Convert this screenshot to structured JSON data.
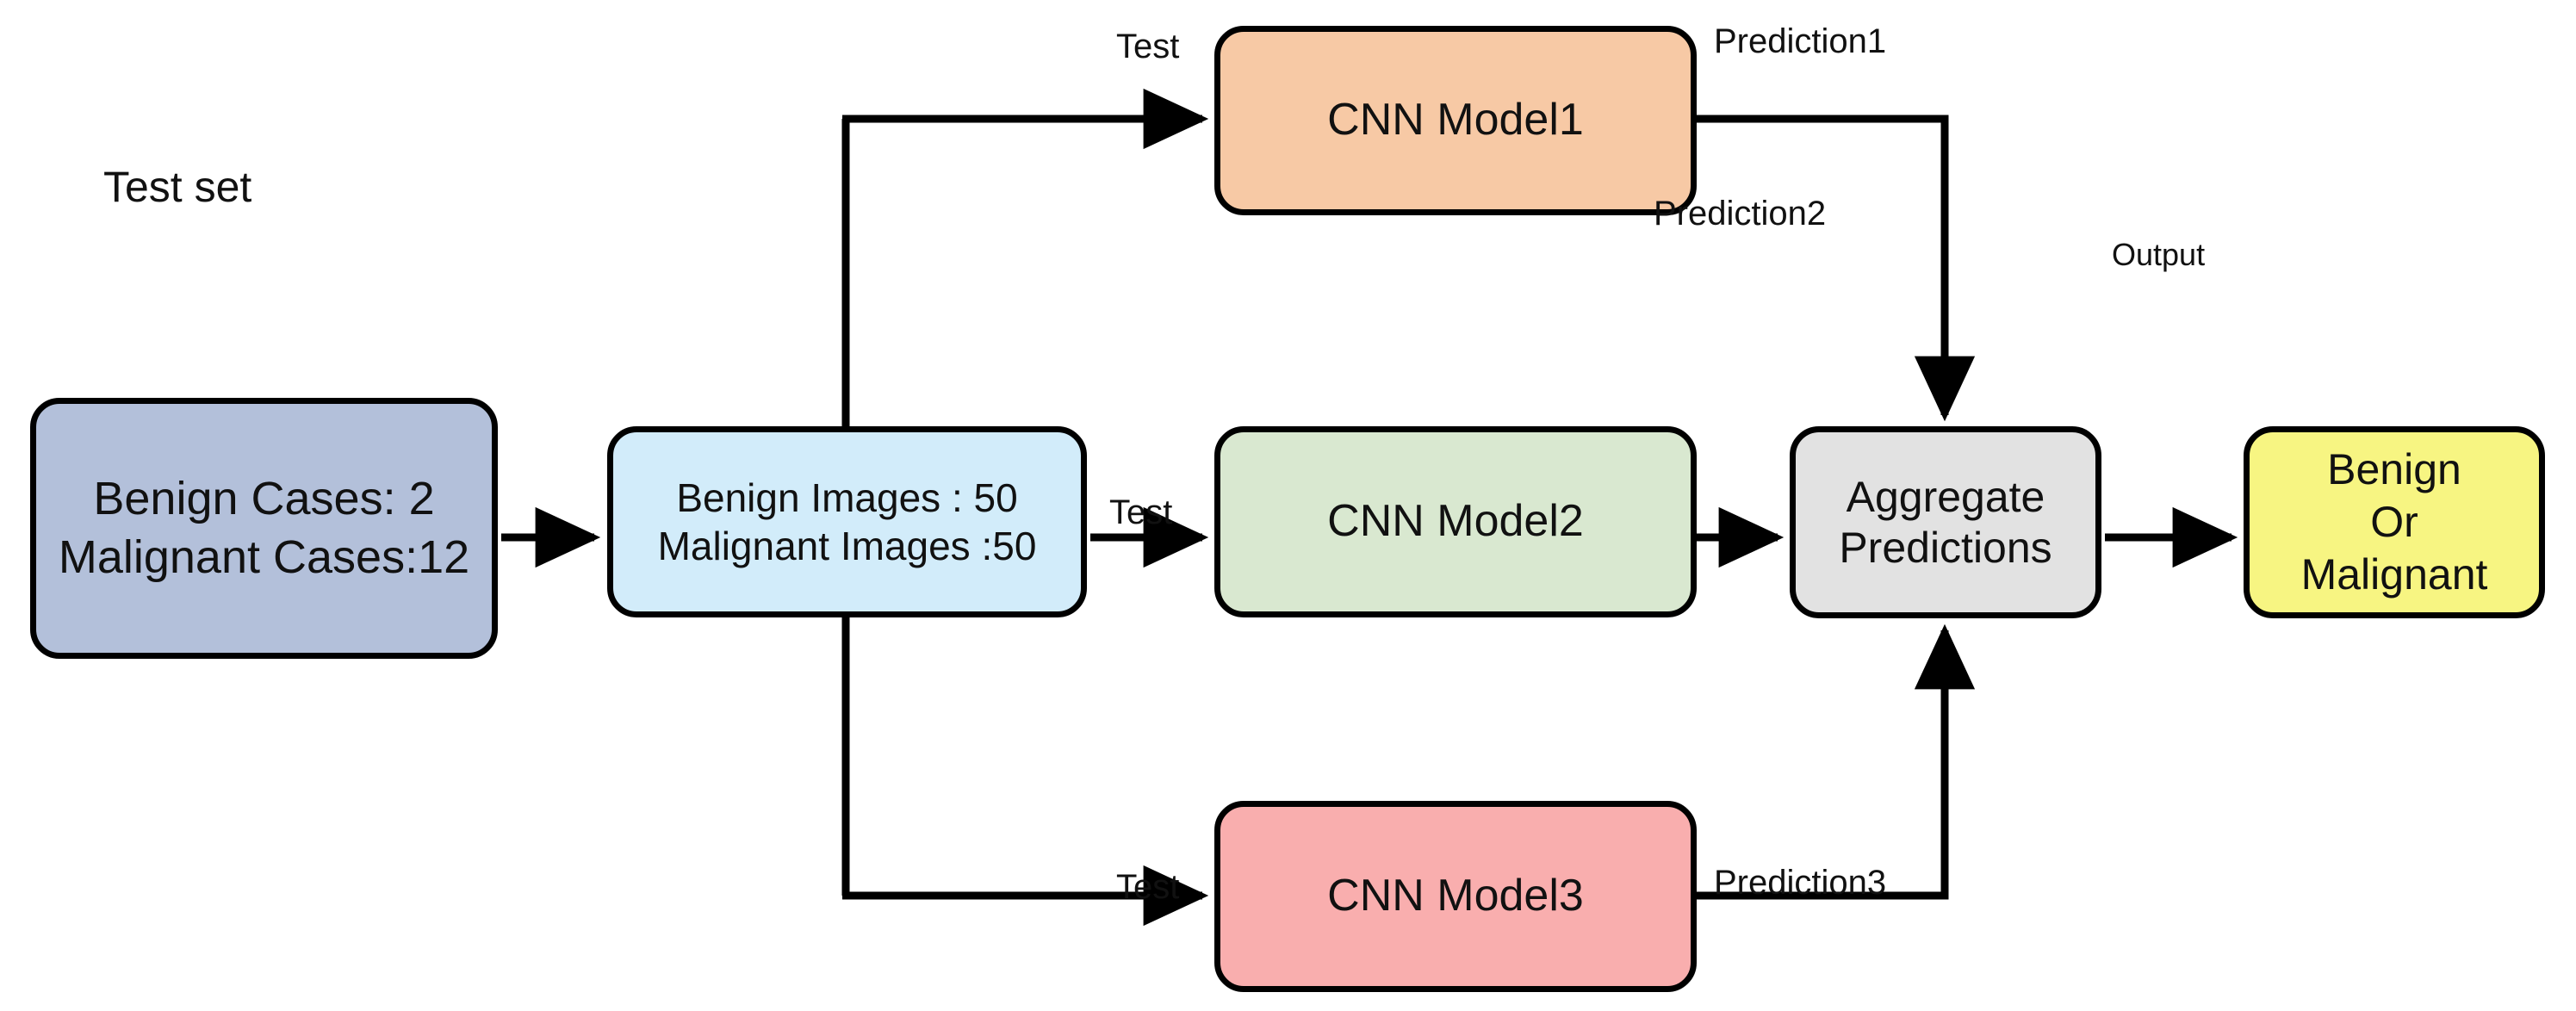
{
  "diagram": {
    "title_label": "Test set",
    "nodes": {
      "test_set": {
        "line1": "Benign Cases: 2",
        "line2": "Malignant Cases:12",
        "color": "#b3c0da"
      },
      "images": {
        "line1": "Benign Images : 50",
        "line2": "Malignant Images :50",
        "color": "#d2ecfa"
      },
      "model1": {
        "label": "CNN Model1",
        "color": "#f7c9a5"
      },
      "model2": {
        "label": "CNN Model2",
        "color": "#d9e8d0"
      },
      "model3": {
        "label": "CNN Model3",
        "color": "#f9aeae"
      },
      "aggregate": {
        "line1": "Aggregate",
        "line2": "Predictions",
        "color": "#e2e2e2"
      },
      "output": {
        "line1": "Benign",
        "line2": "Or",
        "line3": "Malignant",
        "color": "#f7f582"
      }
    },
    "edge_labels": {
      "test_1": "Test",
      "test_2": "Test",
      "test_3": "Test",
      "prediction_1": "Prediction1",
      "prediction_2": "Prediction2",
      "prediction_3": "Prediction3",
      "output": "Output"
    },
    "stroke_color": "#000000",
    "background_color": "#ffffff"
  }
}
